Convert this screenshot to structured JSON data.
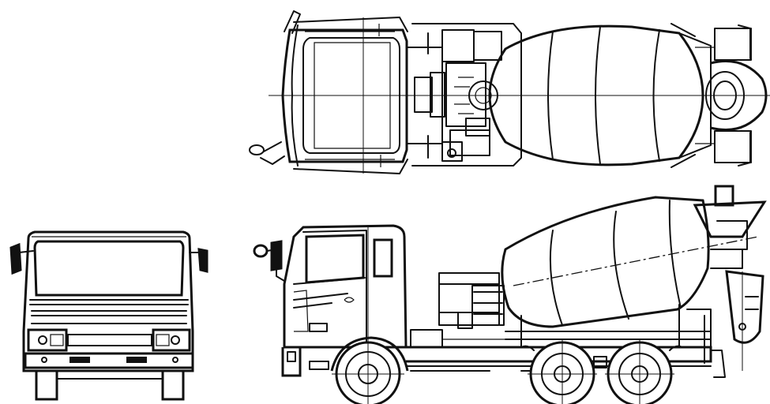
{
  "drawing": {
    "subject": "",
    "views": [
      {
        "id": "top",
        "label": ""
      },
      {
        "id": "front",
        "label": ""
      },
      {
        "id": "side",
        "label": ""
      }
    ]
  },
  "colors": {
    "ink": "#111111",
    "paper": "#ffffff"
  }
}
